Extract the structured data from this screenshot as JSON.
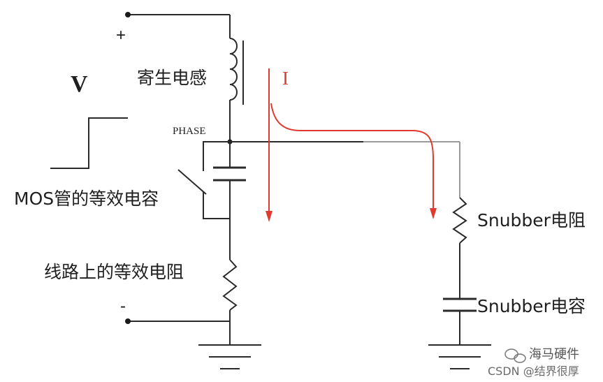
{
  "labels": {
    "plus": "+",
    "minus": "-",
    "voltage": "V",
    "parasitic_inductance": "寄生电感",
    "current": "I",
    "phase": "PHASE",
    "mos_capacitance": "MOS管的等效电容",
    "line_resistance": "线路上的等效电阻",
    "snubber_resistor": "Snubber电阻",
    "snubber_capacitor": "Snubber电容"
  },
  "watermark": {
    "brand": "海马硬件",
    "csdn": "CSDN @结界很厚"
  },
  "colors": {
    "wire": "#2a2a2a",
    "current_arrow": "#e03a2e",
    "background": "#ffffff"
  }
}
